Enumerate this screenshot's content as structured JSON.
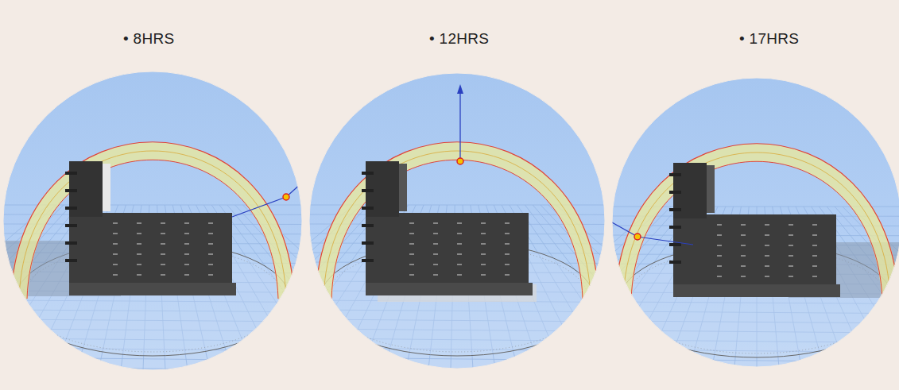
{
  "diagram": {
    "labels": [
      "• 8HRS",
      "• 12HRS",
      "• 17HRS"
    ]
  }
}
